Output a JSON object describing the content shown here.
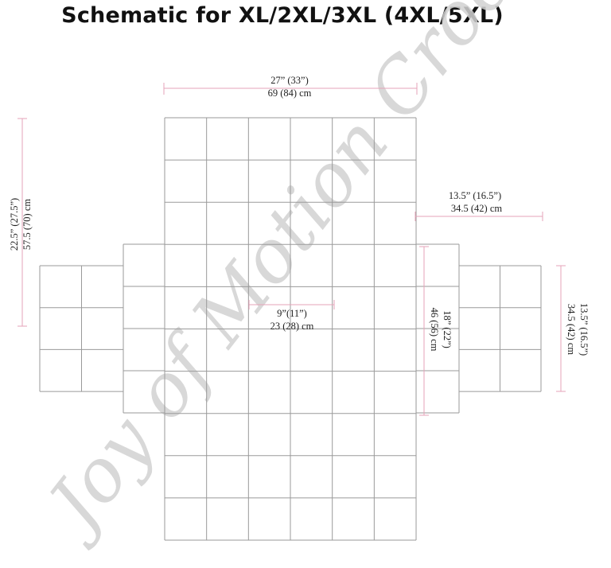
{
  "title": "Schematic for XL/2XL/3XL (4XL/5XL)",
  "watermark": "Joy of Motion Crochet",
  "dimensions": {
    "width": {
      "imperial": "27” (33”)",
      "metric": "69 (84) cm"
    },
    "height": {
      "imperial": "22.5” (27.5”)",
      "metric": "57.5 (70) cm"
    },
    "sleeve_length": {
      "imperial": "13.5” (16.5”)",
      "metric": "34.5 (42) cm"
    },
    "neck": {
      "imperial": "9”(11”)",
      "metric": "23 (28) cm"
    },
    "armhole": {
      "imperial": "18” (22”)",
      "metric": "46 (56) cm"
    },
    "cuff": {
      "imperial": "13.5” (16.5”)",
      "metric": "34.5 (42) cm"
    }
  },
  "colors": {
    "grid": "#9a9a9a",
    "dimension_line": "#e6a3b8",
    "watermark": "#d2d2d2",
    "text": "#222222"
  }
}
